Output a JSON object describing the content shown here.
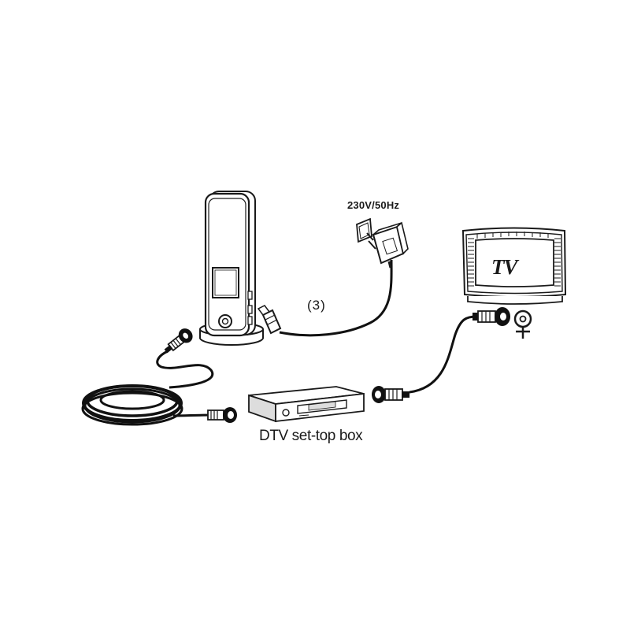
{
  "labels": {
    "power_rating": "230V/50Hz",
    "step_number": "(3)",
    "tv_screen_text": "TV",
    "set_top_box": "DTV set-top box"
  },
  "colors": {
    "line": "#1a1a1a",
    "cable": "#111111",
    "device_fill": "#ffffff",
    "box_shade": "#dddddd",
    "background": "#ffffff"
  }
}
